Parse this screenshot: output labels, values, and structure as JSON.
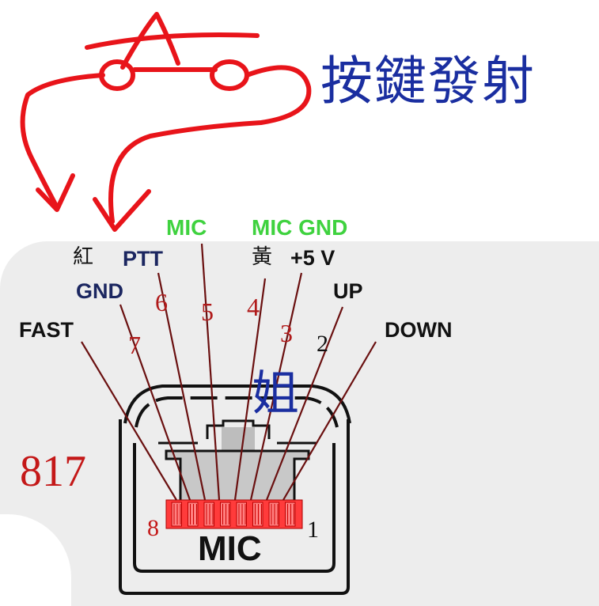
{
  "title_handwritten": "按鍵發射",
  "handwritten_mark": "姐",
  "model_number": "817",
  "connector_label": "MIC",
  "pin_end_left": "8",
  "pin_end_right": "1",
  "wire_labels": {
    "fast": "FAST",
    "gnd": "GND",
    "ptt": "PTT",
    "mic": "MIC",
    "mic_gnd": "MIC GND",
    "plus5v": "+5 V",
    "up": "UP",
    "down": "DOWN"
  },
  "chinese_notes": {
    "red": "紅",
    "yellow": "黃"
  },
  "pin_numbers": {
    "p7": "7",
    "p6": "6",
    "p5": "5",
    "p4": "4",
    "p3": "3",
    "p2": "2"
  },
  "colors": {
    "ink_red": "#e8141a",
    "ink_blue": "#1a2ea0",
    "label_green": "#3fd23f",
    "label_navy": "#1b2660",
    "pin_number_red": "#b01a1a",
    "wire_dark_red": "#6a1010",
    "pin_red": "#ff3333"
  }
}
